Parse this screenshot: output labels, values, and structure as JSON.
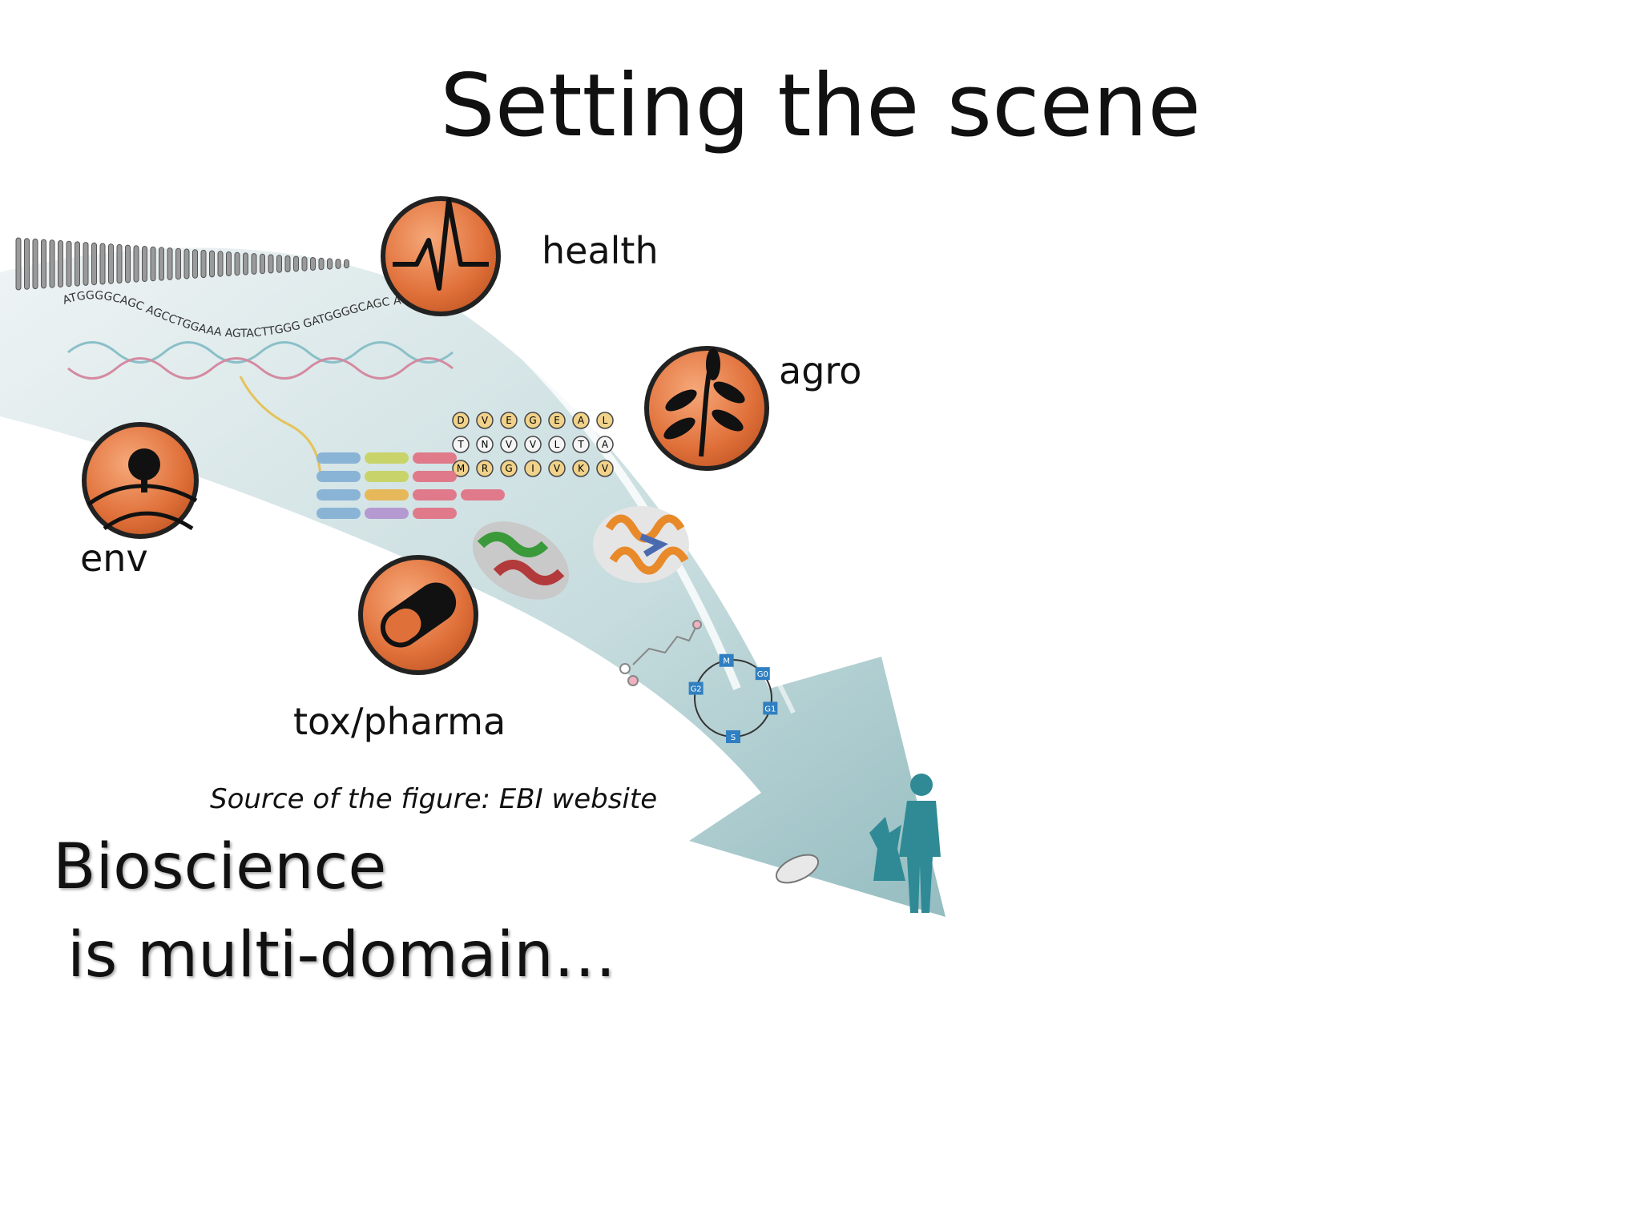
{
  "slide": {
    "title": "Setting the scene",
    "source_note": "Source of the figure: EBI website",
    "headline_line1": "Bioscience",
    "headline_line2": "is multi-domain…"
  },
  "figure": {
    "domains": [
      {
        "id": "health",
        "label": "health",
        "icon": "heartbeat-icon"
      },
      {
        "id": "agro",
        "label": "agro",
        "icon": "plant-leaf-icon"
      },
      {
        "id": "env",
        "label": "env",
        "icon": "tree-hill-icon"
      },
      {
        "id": "pharma",
        "label": "tox/pharma",
        "icon": "pill-icon"
      }
    ],
    "dna_sequence": "ATGGGGCAGC AGCCTGGAAA AGTACTTGGG GATGGGGCAGC AGCCTGGAAA AG GGGGA",
    "peptide_rows": [
      [
        "D",
        "V",
        "E",
        "G",
        "E",
        "A",
        "L"
      ],
      [
        "T",
        "N",
        "V",
        "V",
        "L",
        "T",
        "A"
      ],
      [
        "M",
        "R",
        "G",
        "I",
        "V",
        "K",
        "V"
      ]
    ],
    "cell_cycle_phases": [
      "M",
      "G0",
      "G1",
      "S",
      "G2"
    ],
    "colors": {
      "icon_orange": "#e0703a",
      "arrow_teal": "#8fb9bd",
      "silhouette": "#2f8a95"
    }
  }
}
